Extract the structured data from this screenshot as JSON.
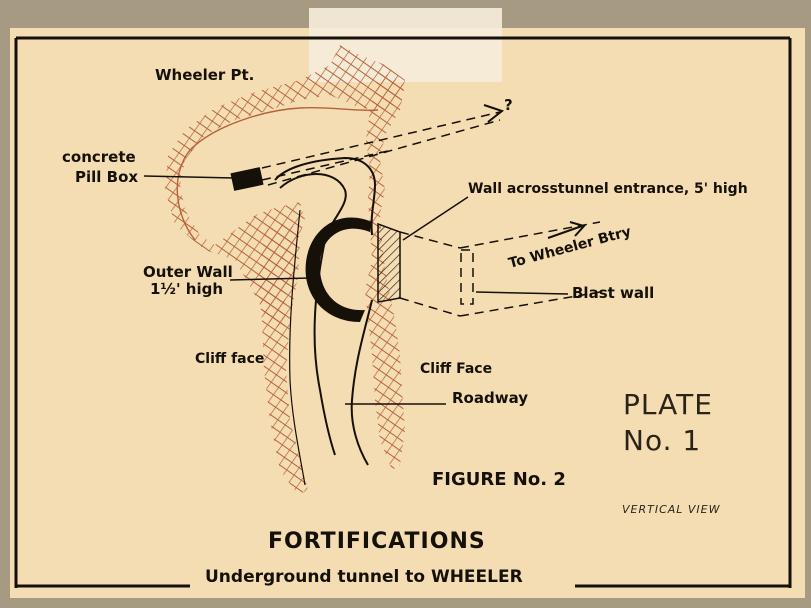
{
  "labels": {
    "wheeler_pt": "Wheeler Pt.",
    "question": "?",
    "concrete": "concrete",
    "pill_box": "Pill Box",
    "wall_entrance": "Wall acrosstunnel entrance, 5' high",
    "to_wheeler": "To Wheeler Btry",
    "outer_wall_1": "Outer Wall",
    "outer_wall_2": "1½' high",
    "blast_wall": "Blast wall",
    "cliff_face_left": "Cliff face",
    "cliff_face_right": "Cliff Face",
    "roadway": "Roadway",
    "plate_1": "PLATE",
    "plate_2": "No. 1",
    "figure": "FIGURE No. 2",
    "vertical_view": "VERTICAL VIEW",
    "title": "FORTIFICATIONS",
    "subtitle": "Underground tunnel to WHEELER"
  },
  "colors": {
    "paper": "#f5ddb3",
    "ink": "#151008",
    "cliff_hatch": "#b5613a",
    "frame_bg": "#a69a82"
  }
}
